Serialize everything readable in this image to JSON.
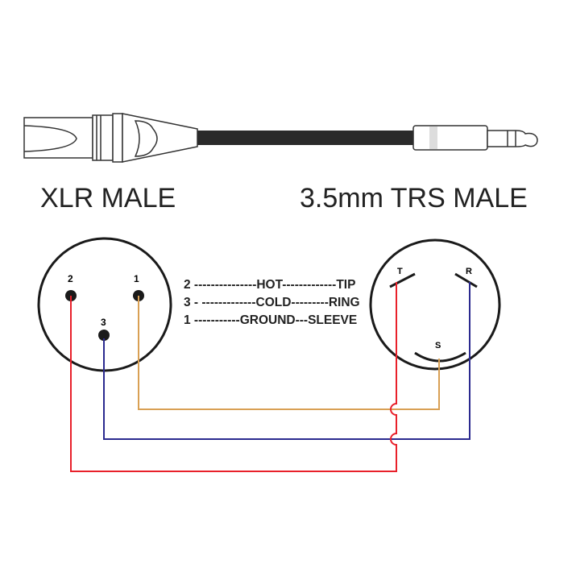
{
  "labels": {
    "xlr": "XLR MALE",
    "trs": "3.5mm TRS MALE"
  },
  "pins": {
    "xlr_2": "2",
    "xlr_1": "1",
    "xlr_3": "3",
    "trs_t": "T",
    "trs_r": "R",
    "trs_s": "S"
  },
  "legend": [
    "2 ---------------HOT-------------TIP",
    "3 - -------------COLD---------RING",
    "1 -----------GROUND---SLEEVE"
  ],
  "colors": {
    "hot": "#e8202a",
    "cold": "#2b2a8f",
    "ground": "#d9a054",
    "line": "#1a1a1a"
  }
}
